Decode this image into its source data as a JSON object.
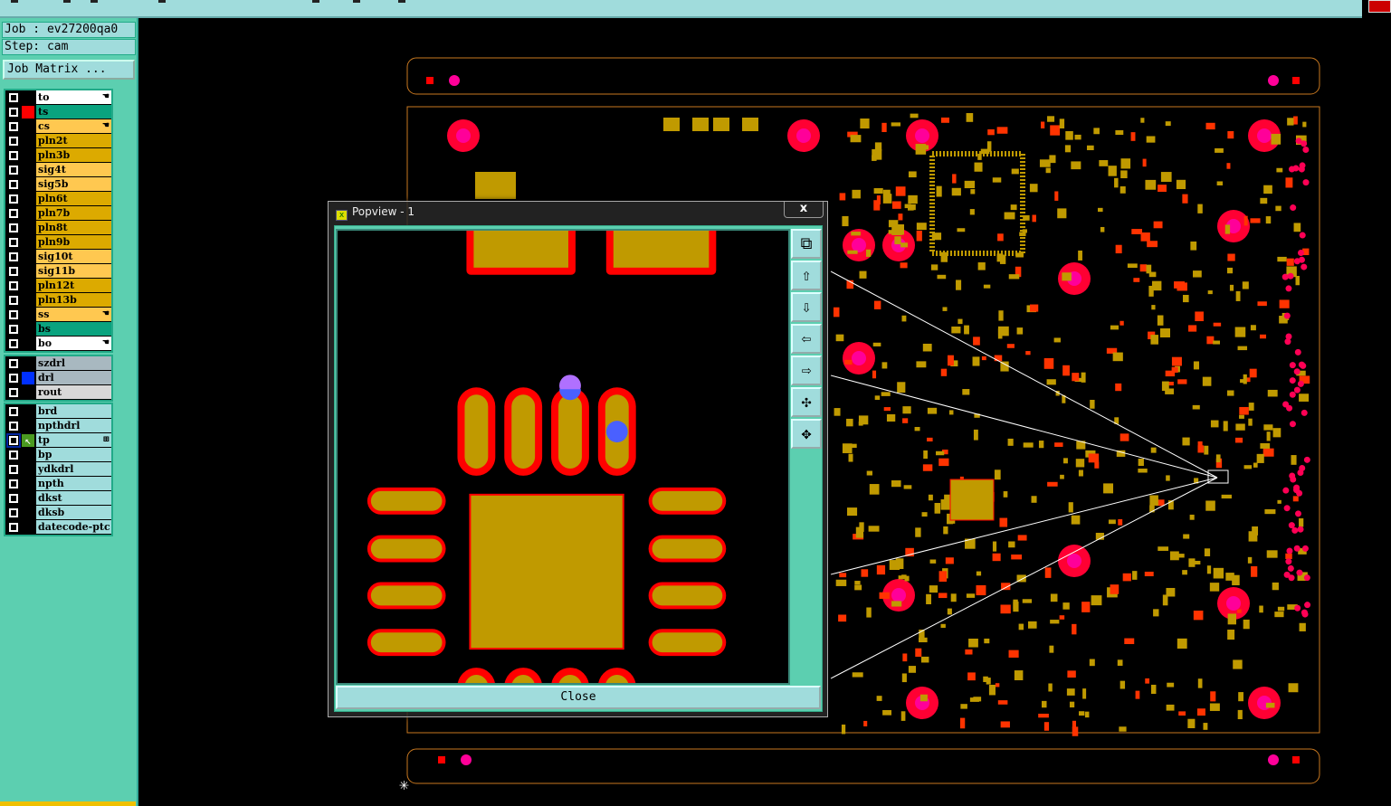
{
  "header": {
    "job_label": "Job : ev27200qa0",
    "step_label": "Step: cam",
    "job_matrix_button": "Job Matrix ..."
  },
  "layers": {
    "board": [
      {
        "name": "to",
        "color": "#ffffff",
        "mark": "hand"
      },
      {
        "name": "ts",
        "color": "#0aa37f",
        "swatch": "#ff0000"
      },
      {
        "name": "cs",
        "color": "#ffc850",
        "mark": "hand"
      },
      {
        "name": "pln2t",
        "color": "#dcaa00"
      },
      {
        "name": "pln3b",
        "color": "#dcaa00"
      },
      {
        "name": "sig4t",
        "color": "#ffc850"
      },
      {
        "name": "sig5b",
        "color": "#ffc850"
      },
      {
        "name": "pln6t",
        "color": "#dcaa00"
      },
      {
        "name": "pln7b",
        "color": "#dcaa00"
      },
      {
        "name": "pln8t",
        "color": "#dcaa00"
      },
      {
        "name": "pln9b",
        "color": "#dcaa00"
      },
      {
        "name": "sig10t",
        "color": "#ffc850"
      },
      {
        "name": "sig11b",
        "color": "#ffc850"
      },
      {
        "name": "pln12t",
        "color": "#dcaa00"
      },
      {
        "name": "pln13b",
        "color": "#dcaa00"
      },
      {
        "name": "ss",
        "color": "#ffc850",
        "mark": "hand"
      },
      {
        "name": "bs",
        "color": "#0aa37f"
      },
      {
        "name": "bo",
        "color": "#ffffff",
        "mark": "hand"
      }
    ],
    "drill": [
      {
        "name": "szdrl",
        "color": "#a8b8c0"
      },
      {
        "name": "drl",
        "color": "#a8b8c0",
        "swatch": "#0030ff"
      },
      {
        "name": "rout",
        "color": "#d8d8d8"
      }
    ],
    "misc": [
      {
        "name": "brd",
        "color": "#a0dcdc"
      },
      {
        "name": "npthdrl",
        "color": "#a0dcdc"
      },
      {
        "name": "tp",
        "color": "#a0dcdc",
        "selected": true,
        "swatch": "#4a9a20",
        "mark": "grid"
      },
      {
        "name": "bp",
        "color": "#a0dcdc"
      },
      {
        "name": "ydkdrl",
        "color": "#a0dcdc"
      },
      {
        "name": "npth",
        "color": "#a0dcdc"
      },
      {
        "name": "dkst",
        "color": "#a0dcdc"
      },
      {
        "name": "dksb",
        "color": "#a0dcdc"
      },
      {
        "name": "datecode-ptc",
        "color": "#a0dcdc"
      }
    ]
  },
  "popview": {
    "title": "Popview - 1",
    "close_x": "x",
    "close_button": "Close",
    "tools": [
      "zoom-home-icon",
      "pan-up-icon",
      "pan-down-icon",
      "pan-left-icon",
      "pan-right-icon",
      "zoom-out-icon",
      "zoom-in-icon"
    ]
  },
  "colors": {
    "pad": "#c09a00",
    "mask": "#ff0000",
    "drill": "#ff0066",
    "outline": "#c87820"
  }
}
